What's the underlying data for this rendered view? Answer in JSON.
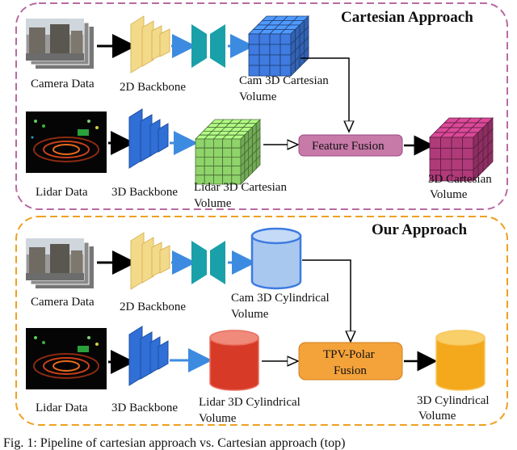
{
  "top": {
    "title": "Cartesian Approach",
    "camera_label": "Camera Data",
    "backbone2d_label": "2D Backbone",
    "cam_volume_label_1": "Cam 3D Cartesian",
    "cam_volume_label_2": "Volume",
    "lidar_label": "Lidar Data",
    "backbone3d_label": "3D Backbone",
    "lidar_volume_label_1": "Lidar 3D Cartesian",
    "lidar_volume_label_2": "Volume",
    "fusion_label": "Feature Fusion",
    "output_label_1": "3D Cartesian",
    "output_label_2": "Volume"
  },
  "bottom": {
    "title": "Our Approach",
    "camera_label": "Camera Data",
    "backbone2d_label": "2D Backbone",
    "cam_volume_label_1": "Cam 3D Cylindrical",
    "cam_volume_label_2": "Volume",
    "lidar_label": "Lidar Data",
    "backbone3d_label": "3D Backbone",
    "lidar_volume_label_1": "Lidar 3D Cylindrical",
    "lidar_volume_label_2": "Volume",
    "fusion_label_1": "TPV-Polar",
    "fusion_label_2": "Fusion",
    "output_label_1": "3D Cylindrical",
    "output_label_2": "Volume"
  },
  "caption": "Fig. 1:  Pipeline of cartesian approach vs. Cartesian approach (top)",
  "colors": {
    "top_border": "#b86aa0",
    "bottom_border": "#f0a020",
    "backbone2d": "#f3d98a",
    "backbone3d": "#2f6fd6",
    "encoder": "#1aa0a8",
    "cam_cube": "#3f7be0",
    "lidar_cube": "#8fd46a",
    "out_cube": "#b03a7a",
    "cam_cyl": "#a9c8f0",
    "lidar_cyl": "#d83a28",
    "out_cyl": "#f4a81c",
    "fusion_top": "#c779a8",
    "fusion_bottom": "#f4a23a",
    "arrow_blue": "#3d8be0"
  }
}
